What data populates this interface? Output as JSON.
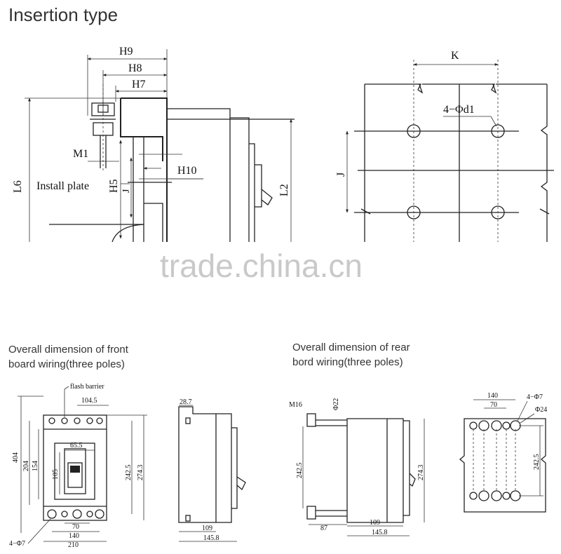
{
  "page_title": "Insertion type",
  "watermark": "trade.china.cn",
  "insertion": {
    "h9": "H9",
    "h8": "H8",
    "h7": "H7",
    "m1": "M1",
    "h10": "H10",
    "install_plate": "Install plate",
    "h5": "H5",
    "j_left": "J",
    "l6": "L6",
    "l2": "L2",
    "k": "K",
    "holes": "4−Φd1",
    "j_right": "J"
  },
  "front": {
    "title_1": "Overall dimension of front",
    "title_2": "board wiring(three poles)",
    "flash_barrier": "flash barrier",
    "d404": "404",
    "d204": "204",
    "d154": "154",
    "d105": "105",
    "d104_5": "104.5",
    "d65_5": "65.5",
    "d242_5": "242.5",
    "d274_3": "274.3",
    "holes": "4−Φ7",
    "d70": "70",
    "d140": "140",
    "d210": "210",
    "d28_7": "28.7",
    "d109": "109",
    "d145_8": "145.8"
  },
  "rear": {
    "title_1": "Overall dimension of rear",
    "title_2": "bord wiring(three poles)",
    "m16": "M16",
    "phi22": "Φ22",
    "d242_5": "242.5",
    "d274_3": "274.3",
    "d87": "87",
    "d109": "109",
    "d145_8": "145.8",
    "d140": "140",
    "d70": "70",
    "holes": "4−Φ7",
    "phi24": "Φ24",
    "d242_5_b": "242.5"
  }
}
